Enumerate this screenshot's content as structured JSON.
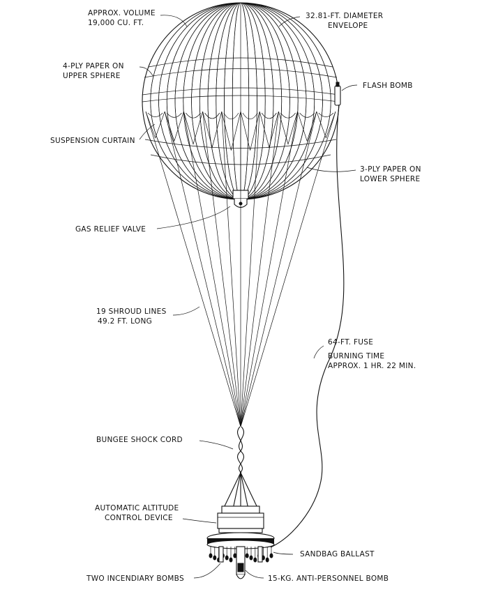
{
  "labels": {
    "volume_1": "APPROX. VOLUME",
    "volume_2": "19,000 CU. FT.",
    "diameter_1": "32.81-FT. DIAMETER",
    "diameter_2": "ENVELOPE",
    "upper_1": "4-PLY PAPER ON",
    "upper_2": "UPPER SPHERE",
    "flash_bomb": "FLASH BOMB",
    "suspension_curtain": "SUSPENSION CURTAIN",
    "lower_1": "3-PLY PAPER ON",
    "lower_2": "LOWER SPHERE",
    "gas_valve": "GAS RELIEF VALVE",
    "shroud_1": "19 SHROUD LINES",
    "shroud_2": "49.2 FT. LONG",
    "fuse_1": "64-FT. FUSE",
    "fuse_2": "BURNING TIME",
    "fuse_3": "APPROX. 1 HR. 22 MIN.",
    "bungee": "BUNGEE SHOCK CORD",
    "altitude_1": "AUTOMATIC ALTITUDE",
    "altitude_2": "CONTROL DEVICE",
    "sandbag": "SANDBAG BALLAST",
    "incendiary": "TWO INCENDIARY BOMBS",
    "antipersonnel": "15-KG. ANTI-PERSONNEL BOMB"
  }
}
